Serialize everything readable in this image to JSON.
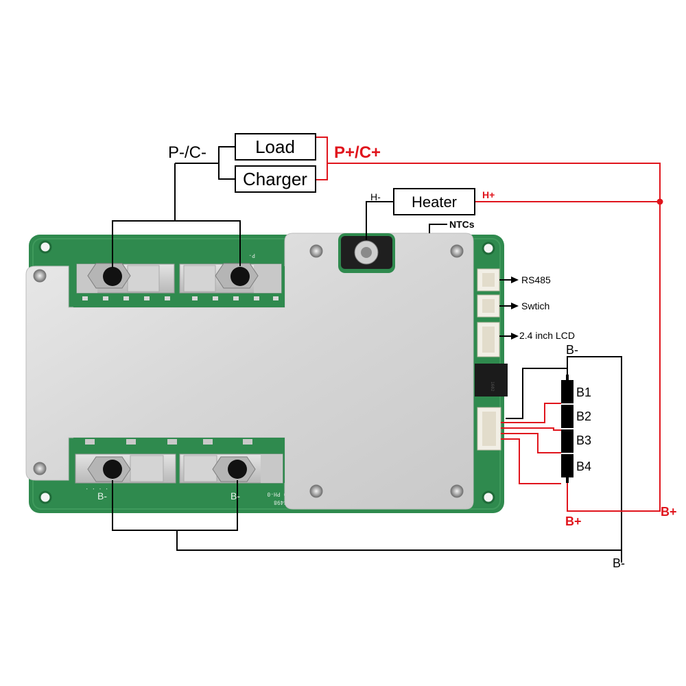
{
  "labels": {
    "load": "Load",
    "charger": "Charger",
    "pc_minus": "P-/C-",
    "pc_plus": "P+/C+",
    "heater": "Heater",
    "h_minus": "H-",
    "h_plus": "H+",
    "ntcs": "NTCs",
    "rs485": "RS485",
    "switch": "Swtich",
    "lcd": "2.4 inch LCD",
    "b_minus_top": "B-",
    "b1": "B1",
    "b2": "B2",
    "b3": "B3",
    "b4": "B4",
    "b_plus_bottom": "B+",
    "b_plus_right": "B+",
    "b_minus_bottom": "B-",
    "board_b_minus_left": "B-",
    "board_b_minus_right": "B-",
    "board_p_marking": "P-"
  },
  "colors": {
    "pcb_green": "#2f8a4e",
    "heatsink": "#dcdcdc",
    "wire_black": "#000000",
    "wire_red": "#e0141c"
  }
}
